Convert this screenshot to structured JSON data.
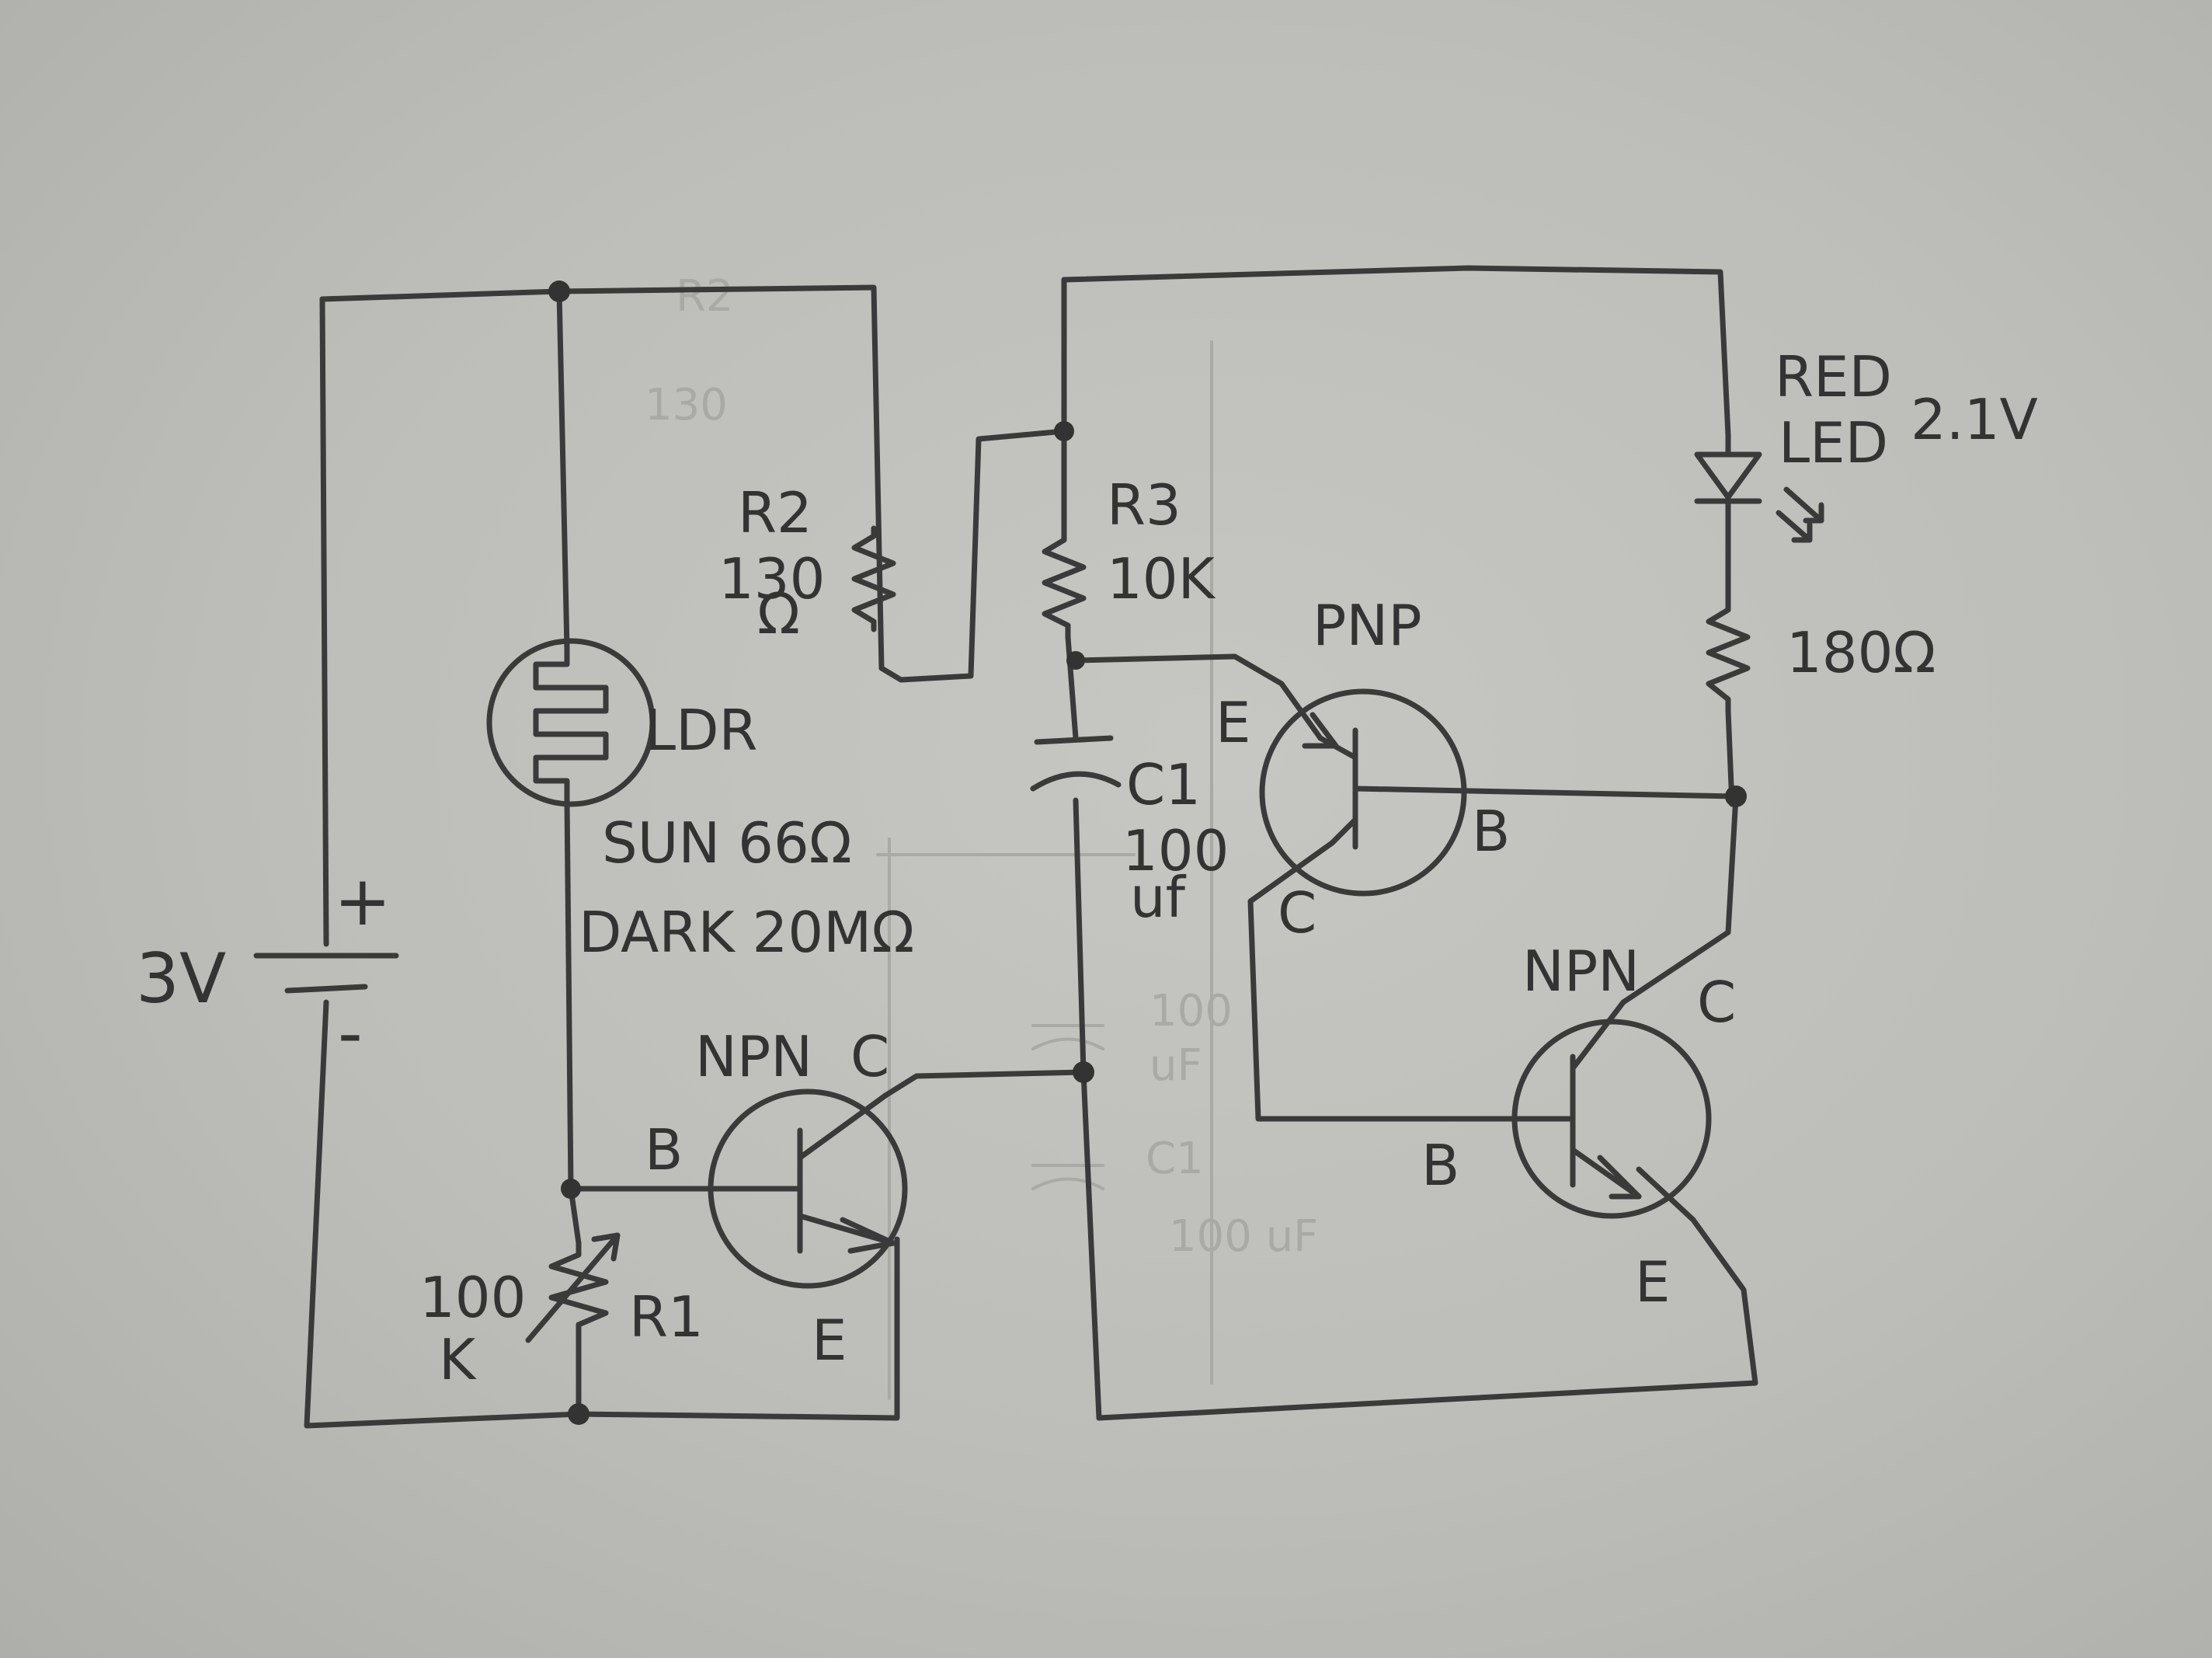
{
  "battery": {
    "voltage": "3V",
    "plus": "+",
    "minus": "-"
  },
  "ldr": {
    "name": "LDR",
    "sun": "SUN 66Ω",
    "dark": "DARK 20MΩ"
  },
  "r1": {
    "value_top": "100",
    "value_bottom": "K",
    "name": "R1"
  },
  "r2": {
    "name": "R2",
    "value": "130",
    "unit": "Ω"
  },
  "r3": {
    "name": "R3",
    "value": "10K"
  },
  "c1": {
    "name": "C1",
    "value_top": "100",
    "value_bottom": "uf"
  },
  "q1": {
    "type": "NPN",
    "b": "B",
    "c": "C",
    "e": "E"
  },
  "q2": {
    "type": "PNP",
    "e": "E",
    "b": "B",
    "c": "C"
  },
  "q3": {
    "type": "NPN",
    "c": "C",
    "b": "B",
    "e": "E"
  },
  "led": {
    "line1": "RED",
    "line2": "LED",
    "voltage": "2.1V"
  },
  "r_led": {
    "value": "180Ω"
  },
  "ghost": {
    "r2": "R2",
    "val1": "130",
    "val2": "100",
    "val3": "uF",
    "c1": "C1",
    "val4": "100 uF"
  }
}
